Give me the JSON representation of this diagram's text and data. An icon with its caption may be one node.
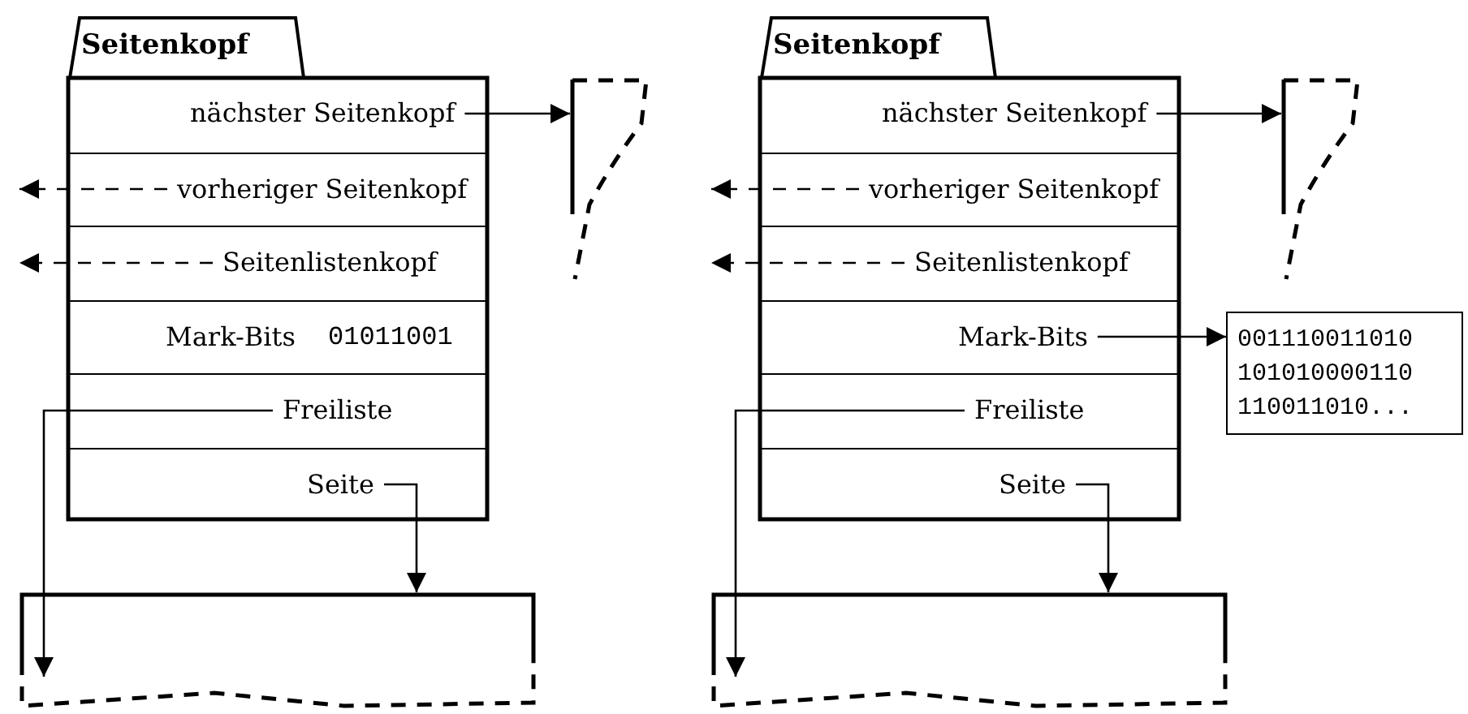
{
  "diagram": {
    "nodes": [
      {
        "text": [
          "Seitenkopf"
        ]
      },
      {
        "text": [
          "nächster Seitenkopf"
        ],
        "in": 0
      },
      {
        "text": [
          "vorheriger Seitenkopf"
        ],
        "in": 0
      },
      {
        "text": [
          "Seitenlistenkopf"
        ],
        "in": 0
      },
      {
        "text": [
          "Mark-Bits",
          "01011001"
        ],
        "in": 0
      },
      {
        "text": [
          "Freiliste"
        ],
        "in": 0
      },
      {
        "text": [
          "Seite"
        ],
        "in": 0
      },
      {
        "text": [],
        "shape": "box"
      },
      {
        "text": [],
        "shape": "box"
      },
      {
        "text": [
          "Seitenkopf"
        ]
      },
      {
        "text": [
          "nächster Seitenkopf"
        ],
        "in": 9
      },
      {
        "text": [
          "vorheriger Seitenkopf"
        ],
        "in": 9
      },
      {
        "text": [
          "Seitenlistenkopf"
        ],
        "in": 9
      },
      {
        "text": [
          "Mark-Bits"
        ],
        "in": 9
      },
      {
        "text": [
          "Freiliste"
        ],
        "in": 9
      },
      {
        "text": [
          "Seite"
        ],
        "in": 9
      },
      {
        "text": [],
        "shape": "box"
      },
      {
        "text": [
          "001110011010 101010000110 110011010..."
        ]
      },
      {
        "text": [],
        "shape": "box"
      }
    ],
    "edges": [
      {
        "from": 1,
        "to": 7,
        "arrow": "to"
      },
      {
        "from": 2,
        "to": null,
        "arrow": "to",
        "style": "dashed"
      },
      {
        "from": 3,
        "to": null,
        "arrow": "to",
        "style": "dashed"
      },
      {
        "from": 5,
        "to": 8,
        "arrow": "to"
      },
      {
        "from": 6,
        "to": 8,
        "arrow": "to"
      },
      {
        "from": 10,
        "to": 16,
        "arrow": "to"
      },
      {
        "from": 11,
        "to": null,
        "arrow": "to",
        "style": "dashed"
      },
      {
        "from": 12,
        "to": null,
        "arrow": "to",
        "style": "dashed"
      },
      {
        "from": 13,
        "to": 17,
        "arrow": "to"
      },
      {
        "from": 14,
        "to": 18,
        "arrow": "to"
      },
      {
        "from": 15,
        "to": 18,
        "arrow": "to"
      }
    ]
  }
}
